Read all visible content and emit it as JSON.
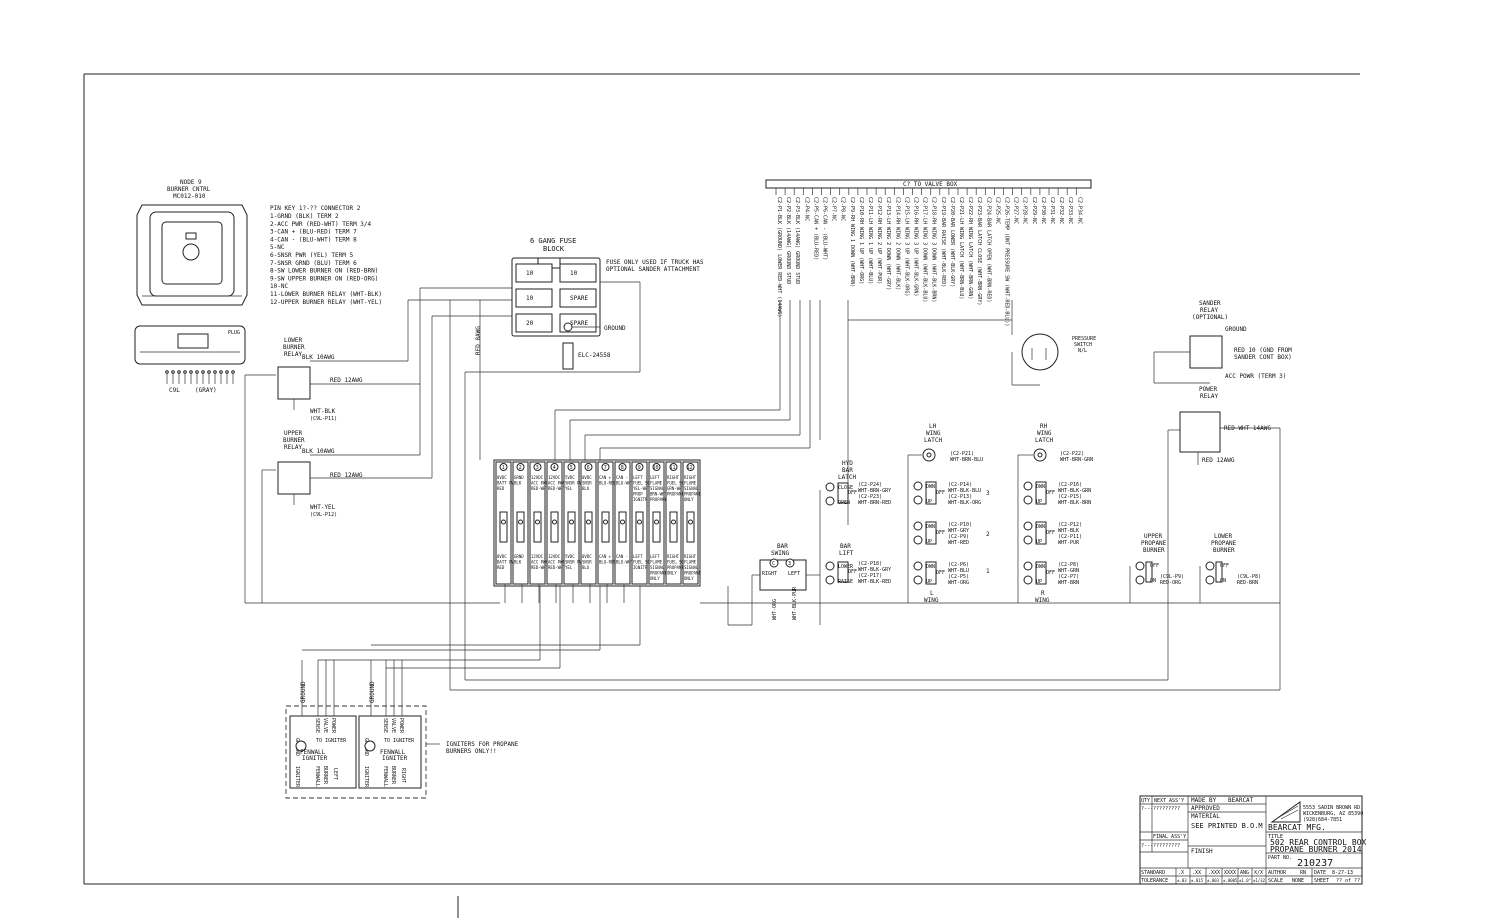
{
  "node": {
    "title1": "NODE 9",
    "title2": "BURNER CNTRL",
    "part": "MC012-010"
  },
  "pin_key": {
    "title": "PIN KEY 1?-?? CONNECTOR 2",
    "lines": [
      "1-GRND (BLK) TERM 2",
      "2-ACC PWR (RED-WHT) TERM 3/4",
      "3-CAN + (BLU-RED) TERM 7",
      "4-CAN - (BLU-WHT) TERM 8",
      "5-NC",
      "6-SNSR PWR (YEL) TERM 5",
      "7-SNSR GRND (BLU) TERM 6",
      "8-SW LOWER BURNER ON (RED-BRN)",
      "9-SW UPPER BURNER ON (RED-ORG)",
      "10-NC",
      "11-LOWER BURNER RELAY (WHT-BLK)",
      "12-UPPER BURNER RELAY (WHT-YEL)"
    ]
  },
  "connector": {
    "label": "C9L",
    "color": "(GRAY)"
  },
  "fuse_block": {
    "title1": "6 GANG FUSE",
    "title2": "BLOCK",
    "note1": "FUSE ONLY USED IF TRUCK HAS",
    "note2": "OPTIONAL SANDER ATTACHMENT",
    "fuses": [
      "10",
      "10",
      "10",
      "SPARE",
      "20",
      "SPARE"
    ],
    "ground": "GROUND",
    "part": "ELC-24558",
    "red_wire": "RED 8AWG"
  },
  "lower_relay": {
    "l1": "LOWER",
    "l2": "BURNER",
    "l3": "RELAY",
    "blk": "BLK 10AWG",
    "red": "RED 12AWG",
    "wht": "WHT-BLK",
    "pin": "(C9L-P11)"
  },
  "upper_relay": {
    "l1": "UPPER",
    "l2": "BURNER",
    "l3": "RELAY",
    "blk": "BLK 10AWG",
    "red": "RED 12AWG",
    "wht": "WHT-YEL",
    "pin": "(C9L-P12)"
  },
  "valve_box": {
    "title": "C? TO VALVE BOX",
    "wires": [
      "C2-P1-BLK (GROUND) LOWER RED-WHT (14AWG)",
      "C2-P2-BLK (14AWG) GROUND STUD",
      "C2-P3-BLK (14AWG) GROUND STUD",
      "C2-P4-NC",
      "C2-P5-CAN + (BLU-RED)",
      "C2-P6-CAN - (BLU-WHT)",
      "C2-P7-NC",
      "C2-P8-NC",
      "C2-P9-RH WING 1 DOWN (WHT-BRN)",
      "C2-P10-RH WING 1 UP (WHT-ORG)",
      "C2-P11-LH WING 1 UP (WHT-BLU)",
      "C2-P12-RH WING 2 UP (WHT-PUR)",
      "C2-P13-LH WING 2 DOWN (WHT-GRY)",
      "C2-P14-RH WING 2 DOWN (WHT-BLK)",
      "C2-P15-LH WING 3 UP (WHT-BLK-ORG)",
      "C2-P16-RH WING 3 UP (WHT-BLK-GRN)",
      "C2-P17-LH WING 3 DOWN (WHT-BLK-BLU)",
      "C2-P18-RH WING 3 DOWN (WHT-BLK-BRN)",
      "C2-P19-BAR RAISE (WHT-BLK-RED)",
      "C2-P20-BAR LOWER (WHT-BLK-GRY)",
      "C2-P21-LH WING LATCH (WHT-BRN-BLU)",
      "C2-P22-RH WING LATCH (WHT-BRN-GRN)",
      "C2-P23-BAR LATCH CLOSE (WHT-BRN-GRY)",
      "C2-P24-BAR LATCH OPEN (WHT-BRN-RED)",
      "C2-P25-NC",
      "C2-P26-TEMP (DNT PRESSURE SW (WHT-RED-BLU))",
      "C2-P27-NC",
      "C2-P28-NC",
      "C2-P29-NC",
      "C2-P30-NC",
      "C2-P31-NC",
      "C2-P32-NC",
      "C2-P33-NC",
      "C2-P34-NC"
    ]
  },
  "pressure_switch": {
    "l1": "PRESSURE",
    "l2": "SWITCH",
    "l3": "N/L"
  },
  "sander_relay": {
    "l1": "SANDER",
    "l2": "RELAY",
    "l3": "(OPTIONAL)",
    "ground": "GROUND",
    "red1": "RED 10 (GND FROM",
    "red2": "SANDER CONT BOX)",
    "acc": "ACC POWR (TERM 3)"
  },
  "power_relay": {
    "l1": "POWER",
    "l2": "RELAY",
    "redwht": "RED-WHT 14AWG",
    "red": "RED 12AWG"
  },
  "lh_latch": {
    "l1": "LH",
    "l2": "WING",
    "l3": "LATCH",
    "pin": "(C2-P21)",
    "wire": "WHT-BRN-BLU"
  },
  "rh_latch": {
    "l1": "RH",
    "l2": "WING",
    "l3": "LATCH",
    "pin": "(C2-P22)",
    "wire": "WHT-BRN-GRN"
  },
  "hyd_latch": {
    "l1": "HYD",
    "l2": "BAR",
    "l3": "LATCH",
    "close": "CLOSE",
    "open": "OPEN",
    "off": "OFF",
    "p1": "(C2-P24)",
    "w1": "WHT-BRN-GRY",
    "p2": "(C2-P23)",
    "w2": "WHT-BRN-RED"
  },
  "bar_lift": {
    "l1": "BAR",
    "l2": "LIFT",
    "lower": "LOWER",
    "raise": "RAISE",
    "off": "OFF",
    "p1": "(C2-P18)",
    "w1": "WHT-BLK-GRY",
    "p2": "(C2-P17)",
    "w2": "WHT-BLK-RED"
  },
  "bar_swing": {
    "l1": "BAR",
    "l2": "SWING",
    "right": "RIGHT",
    "left": "LEFT",
    "c": "C",
    "three": "3",
    "wv1": "WHT-BLK-PUR",
    "wv2": "WHT-ORG"
  },
  "l_wing": {
    "label1": "L",
    "label2": "WING",
    "dwn": "DWN",
    "up": "UP",
    "off": "OFF",
    "rows": [
      {
        "num": "3",
        "p1": "(C2-P14)",
        "w1": "WHT-BLK-BLU",
        "p2": "(C2-P13)",
        "w2": "WHT-BLK-ORG"
      },
      {
        "num": "2",
        "p1": "(C2-P10)",
        "w1": "WHT-GRY",
        "p2": "(C2-P9)",
        "w2": "WHT-RED"
      },
      {
        "num": "1",
        "p1": "(C2-P6)",
        "w1": "WHT-BLU",
        "p2": "(C2-P5)",
        "w2": "WHT-ORG"
      }
    ]
  },
  "r_wing": {
    "label1": "R",
    "label2": "WING",
    "dwn": "DWN",
    "up": "UP",
    "off": "OFF",
    "rows": [
      {
        "p1": "(C2-P16)",
        "w1": "WHT-BLK-GRN",
        "p2": "(C2-P15)",
        "w2": "WHT-BLK-BRN"
      },
      {
        "p1": "(C2-P12)",
        "w1": "WHT-BLK",
        "p2": "(C2-P11)",
        "w2": "WHT-PUR"
      },
      {
        "p1": "(C2-P8)",
        "w1": "WHT-GRN",
        "p2": "(C2-P7)",
        "w2": "WHT-BRN"
      }
    ]
  },
  "upper_burner": {
    "l1": "UPPER",
    "l2": "PROPANE",
    "l3": "BURNER",
    "off": "OFF",
    "on": "ON",
    "pin": "(C9L-P9)",
    "wire": "RED-ORG"
  },
  "lower_burner": {
    "l1": "LOWER",
    "l2": "PROPANE",
    "l3": "BURNER",
    "off": "OFF",
    "on": "ON",
    "pin": "(C9L-P8)",
    "wire": "RED-BRN"
  },
  "terminal_strip": {
    "numbers": [
      "1",
      "2",
      "3",
      "4",
      "5",
      "6",
      "7",
      "8",
      "9",
      "10",
      "11",
      "12"
    ],
    "top_labels": [
      [
        "8VDC",
        "BATT PWR",
        "RED"
      ],
      [
        "GRND",
        "BLK"
      ],
      [
        "12VDC",
        "ACC PWR",
        "RED-WHT"
      ],
      [
        "12VDC",
        "ACC PWR",
        "RED-WHT"
      ],
      [
        "5VDC",
        "SNSR PWR",
        "YEL"
      ],
      [
        "0VDC",
        "SNSR",
        "BLU"
      ],
      [
        "CAN +",
        "BLU-RED"
      ],
      [
        "CAN -",
        "BLU-WHT"
      ],
      [
        "LEFT",
        "FUEL SOL",
        "YEL-WHT",
        "PROP",
        "IGNITR"
      ],
      [
        "LEFT",
        "FLAME",
        "SIGNAL",
        "BRN-WHT",
        "PROPANE"
      ],
      [
        "RIGHT",
        "FUEL SOL",
        "GRN-WHT",
        "PROPANE"
      ],
      [
        "RIGHT",
        "FLAME",
        "SIGNAL",
        "PROPANE",
        "ONLY"
      ]
    ],
    "bottom_labels": [
      [
        "8VDC",
        "BATT PWR",
        "RED"
      ],
      [
        "GRND",
        "BLK"
      ],
      [
        "12VDC",
        "ACC PWR",
        "RED-WHT"
      ],
      [
        "12VDC",
        "ACC PWR",
        "RED-WHT"
      ],
      [
        "5VDC",
        "SNSR PWR",
        "YEL"
      ],
      [
        "0VDC",
        "SNSR",
        "BLU"
      ],
      [
        "CAN +",
        "BLU-RED"
      ],
      [
        "CAN -",
        "BLU-WHT"
      ],
      [
        "LEFT",
        "FUEL SOL",
        "IGNITR"
      ],
      [
        "LEFT",
        "FLAME",
        "SIGNAL",
        "PROPANE",
        "ONLY"
      ],
      [
        "RIGHT",
        "FUEL SOL",
        "PROPANE",
        "ONLY"
      ],
      [
        "RIGHT",
        "FLAME",
        "SIGNAL",
        "PROPANE",
        "ONLY"
      ]
    ]
  },
  "igniters": {
    "ground1": "GROUND",
    "ground2": "GROUND",
    "left": {
      "l1": "FENWALL",
      "l2": "IGNITER",
      "to": "TO IGNITER",
      "c1": "GROUND",
      "c2": "SENSE",
      "c3": "VALVE",
      "c4": "POWER",
      "b1": "IGNITER",
      "b2": "FENWALL",
      "b3": "BURNER",
      "b4": "LEFT"
    },
    "right": {
      "l1": "FENWALL",
      "l2": "IGNITER",
      "to": "TO IGNITER",
      "c1": "GROUND",
      "c2": "SENSE",
      "c3": "VALVE",
      "c4": "POWER",
      "b1": "IGNITER",
      "b2": "FENWALL",
      "b3": "BURNER",
      "b4": "RIGHT"
    },
    "note1": "IGNITERS FOR PROPANE",
    "note2": "BURNERS ONLY!!"
  },
  "title_block": {
    "qty": "QTY",
    "next_assy": "NEXT ASS'Y",
    "qty_val": "?---?????????",
    "made_by": "MADE BY",
    "made_by_val": "BEARCAT",
    "approved": "APPROVED",
    "material": "MATERIAL",
    "material_val": "SEE PRINTED B.O.M",
    "final_assy": "FINAL ASS'Y",
    "final_val": "?---?????????",
    "finish": "FINISH",
    "addr1": "5553 SADIN BROWN RD.",
    "addr2": "WICKENBURG, AZ 85390",
    "addr3": "(928)684-7851",
    "company": "BEARCAT MFG.",
    "title_label": "TITLE",
    "title1": "502 REAR CONTROL BOX",
    "title2": "PROPANE BURNER 2014",
    "part_no_label": "PART NO.",
    "part_no": "210237",
    "std1": "STANDARD",
    "std2": "TOLERANCE",
    "tol_head": [
      ".X",
      ".XX",
      ".XXX",
      "XXXX",
      "ANG",
      "X/X"
    ],
    "tol_vals": [
      "±.03",
      "±.015",
      "±.003",
      "±.0005",
      "±1.0°",
      "±1/32"
    ],
    "author_label": "AUTHOR",
    "author": "RN",
    "date_label": "DATE",
    "date": "8-27-13",
    "scale_label": "SCALE",
    "scale": "NONE",
    "sheet_label": "SHEET",
    "sheet": "?? of ??"
  }
}
